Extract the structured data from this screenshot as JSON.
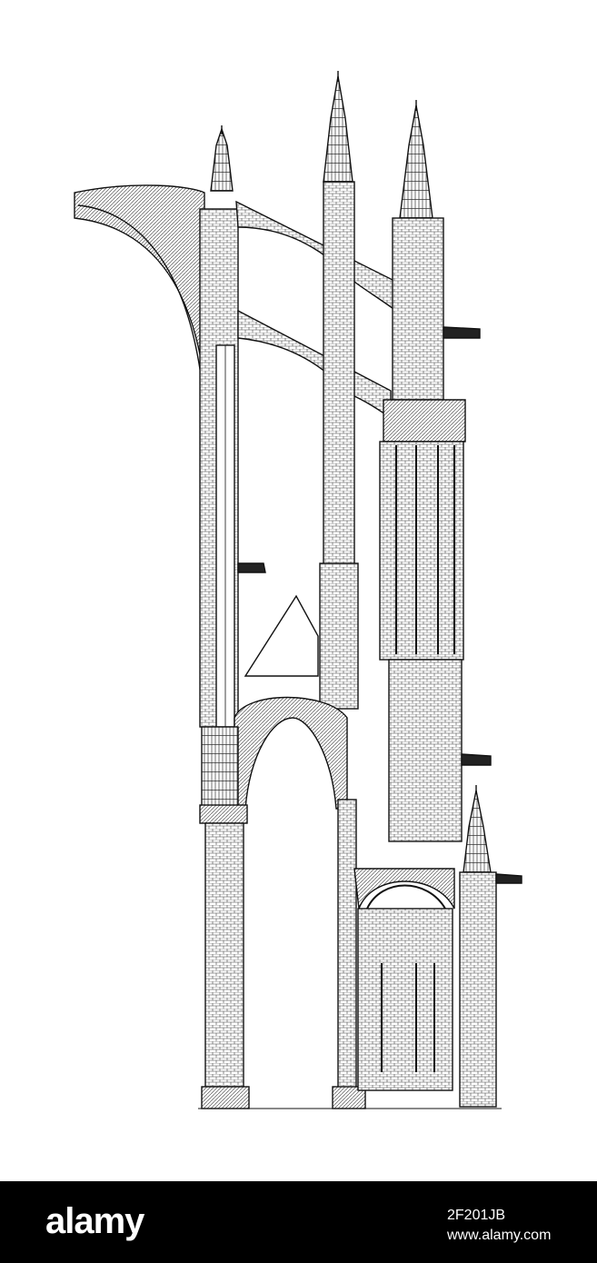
{
  "illustration": {
    "subject": "cathedral-cross-section-engraving",
    "line_color": "#111111",
    "background_color": "#ffffff"
  },
  "footer": {
    "background_color": "#000000",
    "text_color": "#ffffff",
    "brand": "alamy",
    "image_id": "2F201JB",
    "url": "www.alamy.com"
  }
}
